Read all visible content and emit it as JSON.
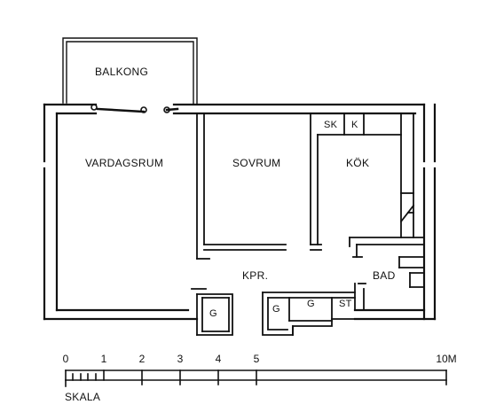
{
  "rooms": {
    "balkong": "BALKONG",
    "vardagsrum": "VARDAGSRUM",
    "sovrum": "SOVRUM",
    "kok": "KÖK",
    "sk": "SK",
    "k": "K",
    "kpr": "KPR.",
    "bad": "BAD",
    "g1": "G",
    "g2": "G",
    "g3": "G",
    "st": "ST"
  },
  "scale": {
    "label": "SKALA",
    "ticks": [
      "0",
      "1",
      "2",
      "3",
      "4",
      "5",
      "10M"
    ]
  }
}
